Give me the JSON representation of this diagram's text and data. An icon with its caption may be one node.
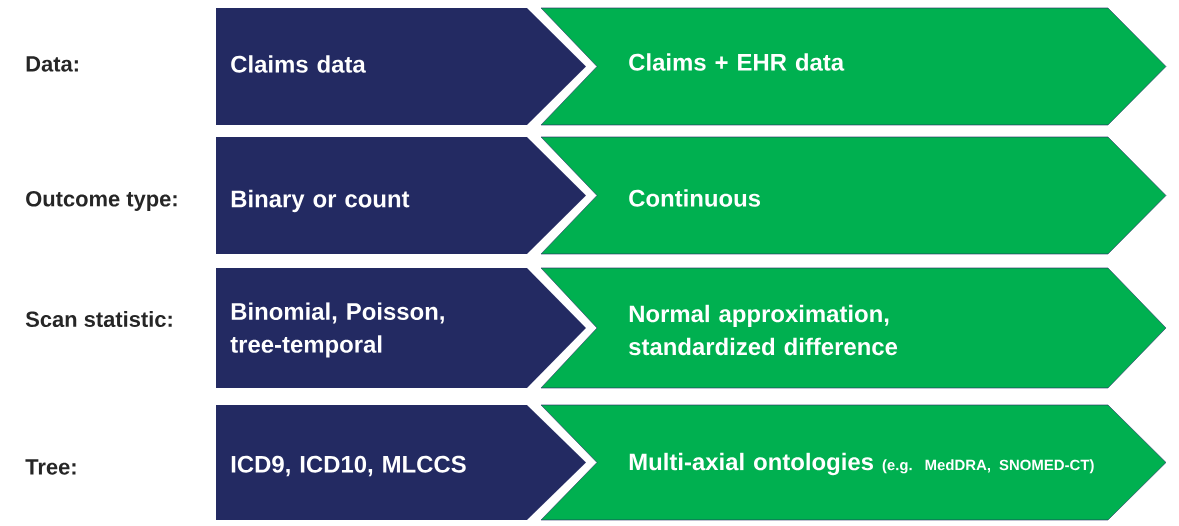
{
  "diagram": {
    "nodes": [
      {
        "text": [
          "Claims data"
        ]
      },
      {
        "text": [
          "Claims + EHR data"
        ]
      },
      {
        "text": [
          "Binary or count"
        ]
      },
      {
        "text": [
          "Continuous"
        ]
      },
      {
        "text": [
          "Binomial, Poisson, tree-temporal"
        ]
      },
      {
        "text": [
          "Normal approximation, standardized difference"
        ]
      },
      {
        "text": [
          "ICD9, ICD10, MLCCS"
        ]
      },
      {
        "text": [
          "Multi-axial ontologies",
          "(e.g. MedDRA, SNOMED-CT)"
        ]
      }
    ],
    "labels": [
      "Data:",
      "Outcome type:",
      "Scan statistic:",
      "Tree:"
    ]
  }
}
